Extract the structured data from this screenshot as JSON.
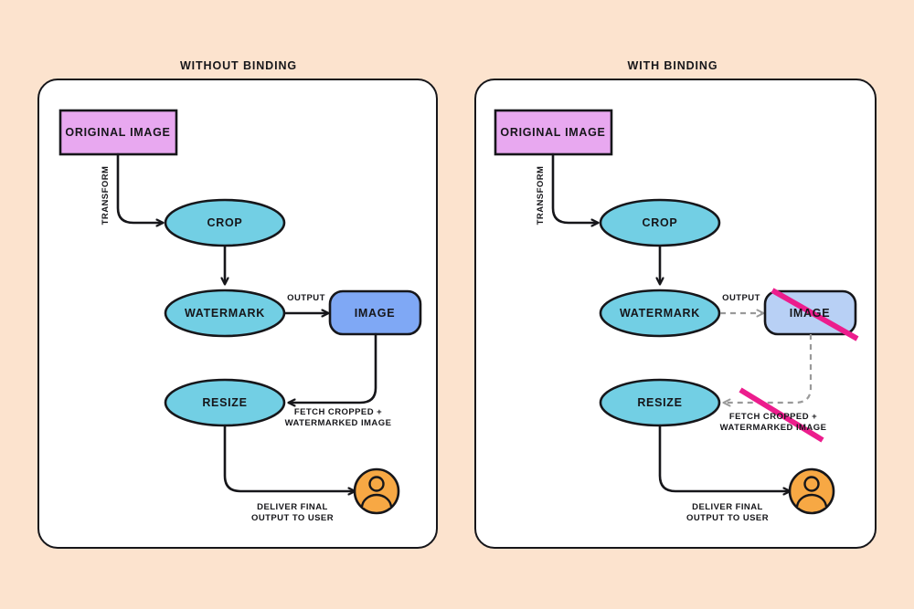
{
  "background_color": "#FCE3CE",
  "colors": {
    "ink": "#16161a",
    "card_fill": "#FFFFFF",
    "source_node_fill": "#E8A8F0",
    "process_node_fill": "#72CFE4",
    "image_node_fill": "#7FA8F5",
    "image_node_fill_disabled": "#B8D0F5",
    "user_node_fill": "#F7A844",
    "strike_color": "#EC1D8D",
    "disabled_edge_color": "#9A9A9A"
  },
  "panels": [
    {
      "id": "without-binding",
      "title": "WITHOUT BINDING",
      "nodes": {
        "source": "ORIGINAL IMAGE",
        "crop": "CROP",
        "watermark": "WATERMARK",
        "image": "IMAGE",
        "resize": "RESIZE",
        "user": "user-avatar"
      },
      "edge_labels": {
        "transform": "TRANSFORM",
        "output": "OUTPUT",
        "fetch_line1": "FETCH CROPPED +",
        "fetch_line2": "WATERMARKED IMAGE",
        "deliver_line1": "DELIVER FINAL",
        "deliver_line2": "OUTPUT TO USER"
      },
      "disabled": false
    },
    {
      "id": "with-binding",
      "title": "WITH BINDING",
      "nodes": {
        "source": "ORIGINAL IMAGE",
        "crop": "CROP",
        "watermark": "WATERMARK",
        "image": "IMAGE",
        "resize": "RESIZE",
        "user": "user-avatar"
      },
      "edge_labels": {
        "transform": "TRANSFORM",
        "output": "OUTPUT",
        "fetch_line1": "FETCH CROPPED +",
        "fetch_line2": "WATERMARKED IMAGE",
        "deliver_line1": "DELIVER FINAL",
        "deliver_line2": "OUTPUT TO USER"
      },
      "disabled": true,
      "strikethrough_count": 2
    }
  ]
}
